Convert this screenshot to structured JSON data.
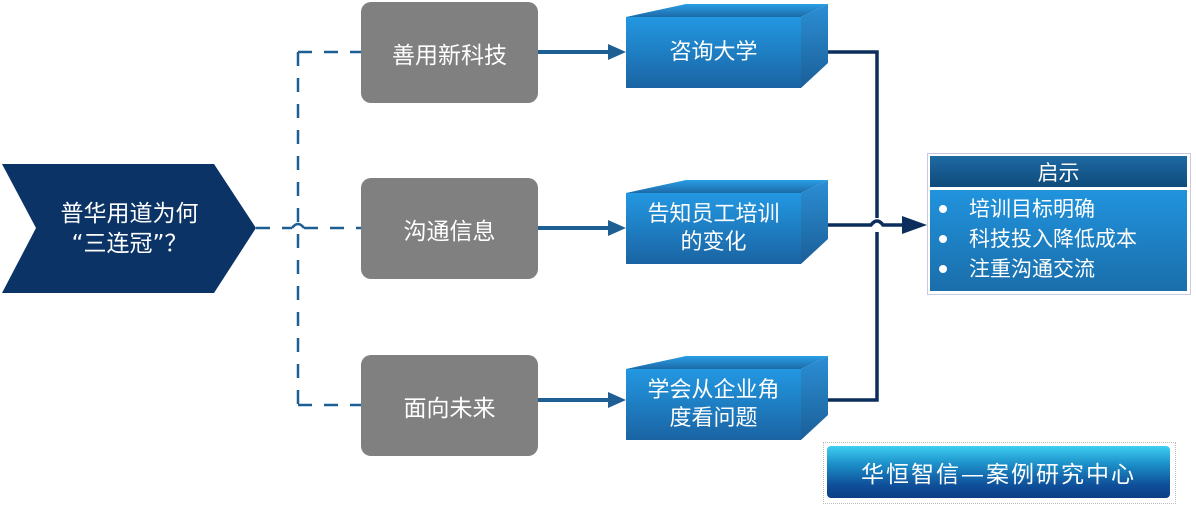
{
  "colors": {
    "navy": "#0b3366",
    "gray_box": "#808080",
    "blue_box_top": "#2196e0",
    "blue_box_bottom": "#1a63a0",
    "dashed_line": "#1e5f93",
    "solid_arrow": "#1e5f93",
    "connector_dark": "#0b2e5c"
  },
  "source": {
    "line1": "普华用道为何",
    "line2": "“三连冠”？"
  },
  "strategies": [
    {
      "label": "善用新科技"
    },
    {
      "label": "沟通信息"
    },
    {
      "label": "面向未来"
    }
  ],
  "outcomes": [
    {
      "line1": "咨询大学",
      "line2": ""
    },
    {
      "line1": "告知员工培训",
      "line2": "的变化"
    },
    {
      "line1": "学会从企业角",
      "line2": "度看问题"
    }
  ],
  "insight": {
    "title": "启示",
    "items": [
      "培训目标明确",
      "科技投入降低成本",
      "注重沟通交流"
    ]
  },
  "badge": {
    "text": "华恒智信—案例研究中心"
  }
}
